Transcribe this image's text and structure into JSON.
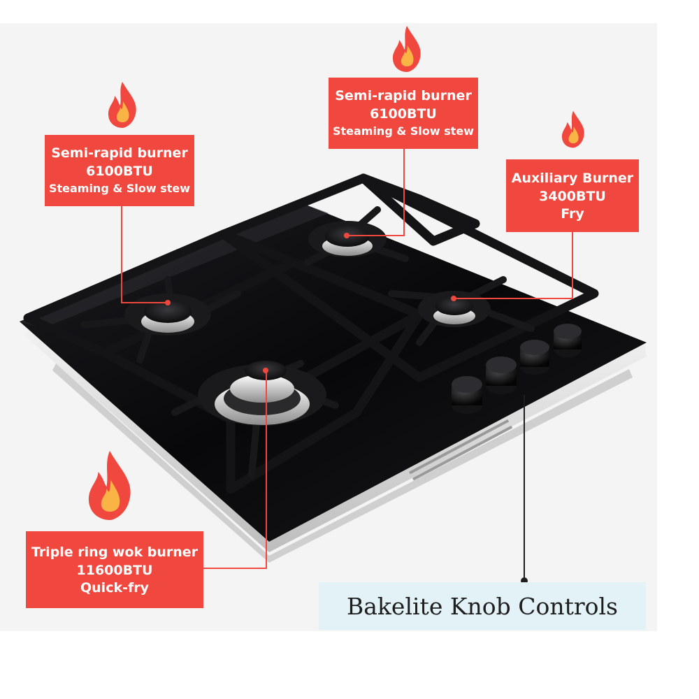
{
  "labels": {
    "top_left": {
      "line1": "Semi-rapid burner",
      "line2": "6100BTU",
      "line3": "Steaming & Slow stew"
    },
    "top_center": {
      "line1": "Semi-rapid burner",
      "line2": "6100BTU",
      "line3": "Steaming & Slow stew"
    },
    "right": {
      "line1": "Auxiliary Burner",
      "line2": "3400BTU",
      "line3": "Fry"
    },
    "bottom_left": {
      "line1": "Triple ring wok burner",
      "line2": "11600BTU",
      "line3": "Quick-fry"
    }
  },
  "knob_controls": {
    "label": "Bakelite Knob Controls"
  },
  "icons": [
    "flame-icon",
    "flame-icon",
    "flame-icon",
    "flame-icon"
  ],
  "colors": {
    "label_bg": "#f0483e",
    "label_text": "#ffffff",
    "knob_label_bg": "#e2f2f6",
    "glass": "#0d0d0f",
    "grate": "#151517"
  }
}
